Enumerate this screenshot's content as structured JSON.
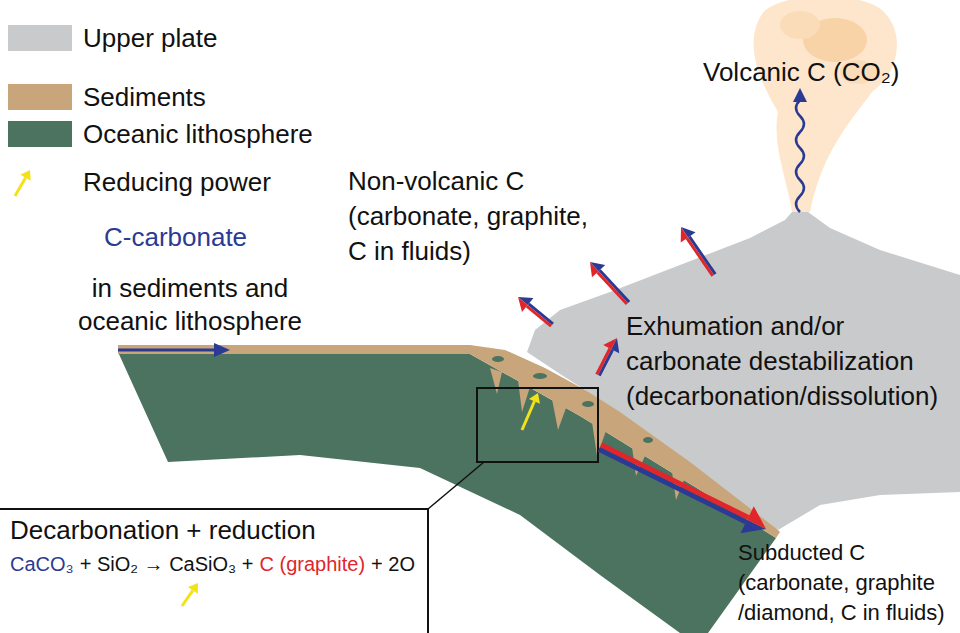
{
  "diagram": {
    "nodes": [
      {
        "text": [
          "Decarbonation + reduction",
          "CaCO₃",
          "+ SiO₂ → CaSiO₃ +",
          "C (graphite)",
          "+ 2O"
        ]
      }
    ],
    "labels": [
      "Volcanic C (CO₂)",
      "Non-volcanic C (carbonate, graphite, C in fluids)",
      "C-carbonate",
      "in sediments and oceanic lithosphere",
      "Exhumation and/or carbonate destabilization (decarbonation/dissolution)",
      "Subducted C (carbonate, graphite /diamond, C in fluids)"
    ],
    "legend": [
      {
        "text": "Upper plate",
        "color": "#c9cacc"
      },
      {
        "text": "Sediments",
        "color": "#c8a57a"
      },
      {
        "text": "Oceanic lithosphere",
        "color": "#4b7360"
      },
      {
        "text": "Reducing power"
      }
    ]
  }
}
